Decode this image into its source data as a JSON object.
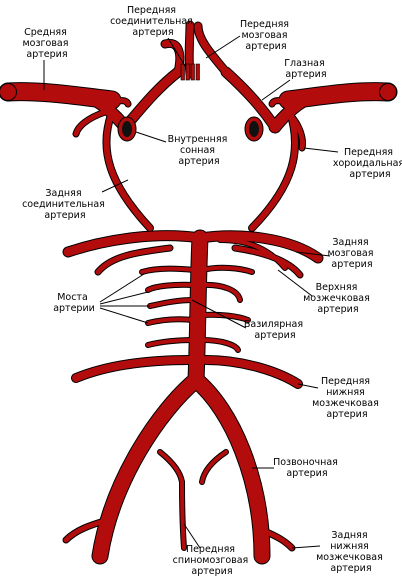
{
  "colors": {
    "artery": "#b30c0c",
    "outline": "#000000",
    "text": "#000000",
    "background": "#ffffff"
  },
  "labels": {
    "aca": [
      "Передняя",
      "соединительная",
      "артерия"
    ],
    "aca2": [
      "Передняя",
      "мозговая",
      "артерия"
    ],
    "mca": [
      "Средняя",
      "мозговая",
      "артерия"
    ],
    "ophthalmic": [
      "Глазная",
      "артерия"
    ],
    "ica": [
      "Внутренняя",
      "сонная",
      "артерия"
    ],
    "choroidal": [
      "Передняя",
      "хороидальная",
      "артерия"
    ],
    "pcomm": [
      "Задняя",
      "соединительная",
      "артерия"
    ],
    "pca": [
      "Задняя",
      "мозговая",
      "артерия"
    ],
    "pontine": [
      "Моста",
      "артерии"
    ],
    "sca": [
      "Верхняя",
      "мозжечковая",
      "артерия"
    ],
    "basilar": [
      "Базилярная",
      "артерия"
    ],
    "aica": [
      "Передняя",
      "нижняя",
      "мозжечковая",
      "артерия"
    ],
    "vertebral": [
      "Позвоночная",
      "артерия"
    ],
    "asa": [
      "Передняя",
      "спиномозговая",
      "артерия"
    ],
    "pica": [
      "Задняя",
      "нижняя",
      "мозжечковая",
      "артерия"
    ]
  }
}
